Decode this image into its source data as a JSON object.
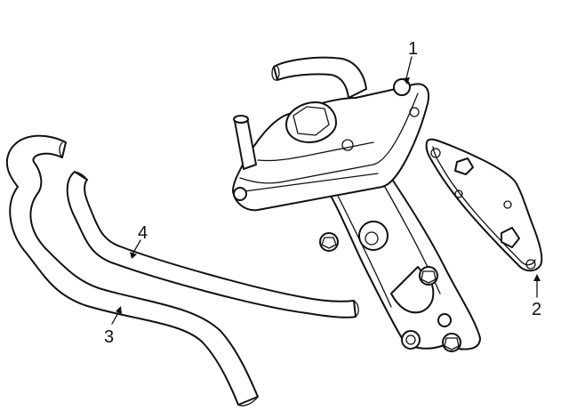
{
  "callouts": [
    {
      "id": "1",
      "label": "1"
    },
    {
      "id": "2",
      "label": "2"
    },
    {
      "id": "3",
      "label": "3"
    },
    {
      "id": "4",
      "label": "4"
    }
  ],
  "colors": {
    "ink": "#111111",
    "background": "#ffffff"
  }
}
